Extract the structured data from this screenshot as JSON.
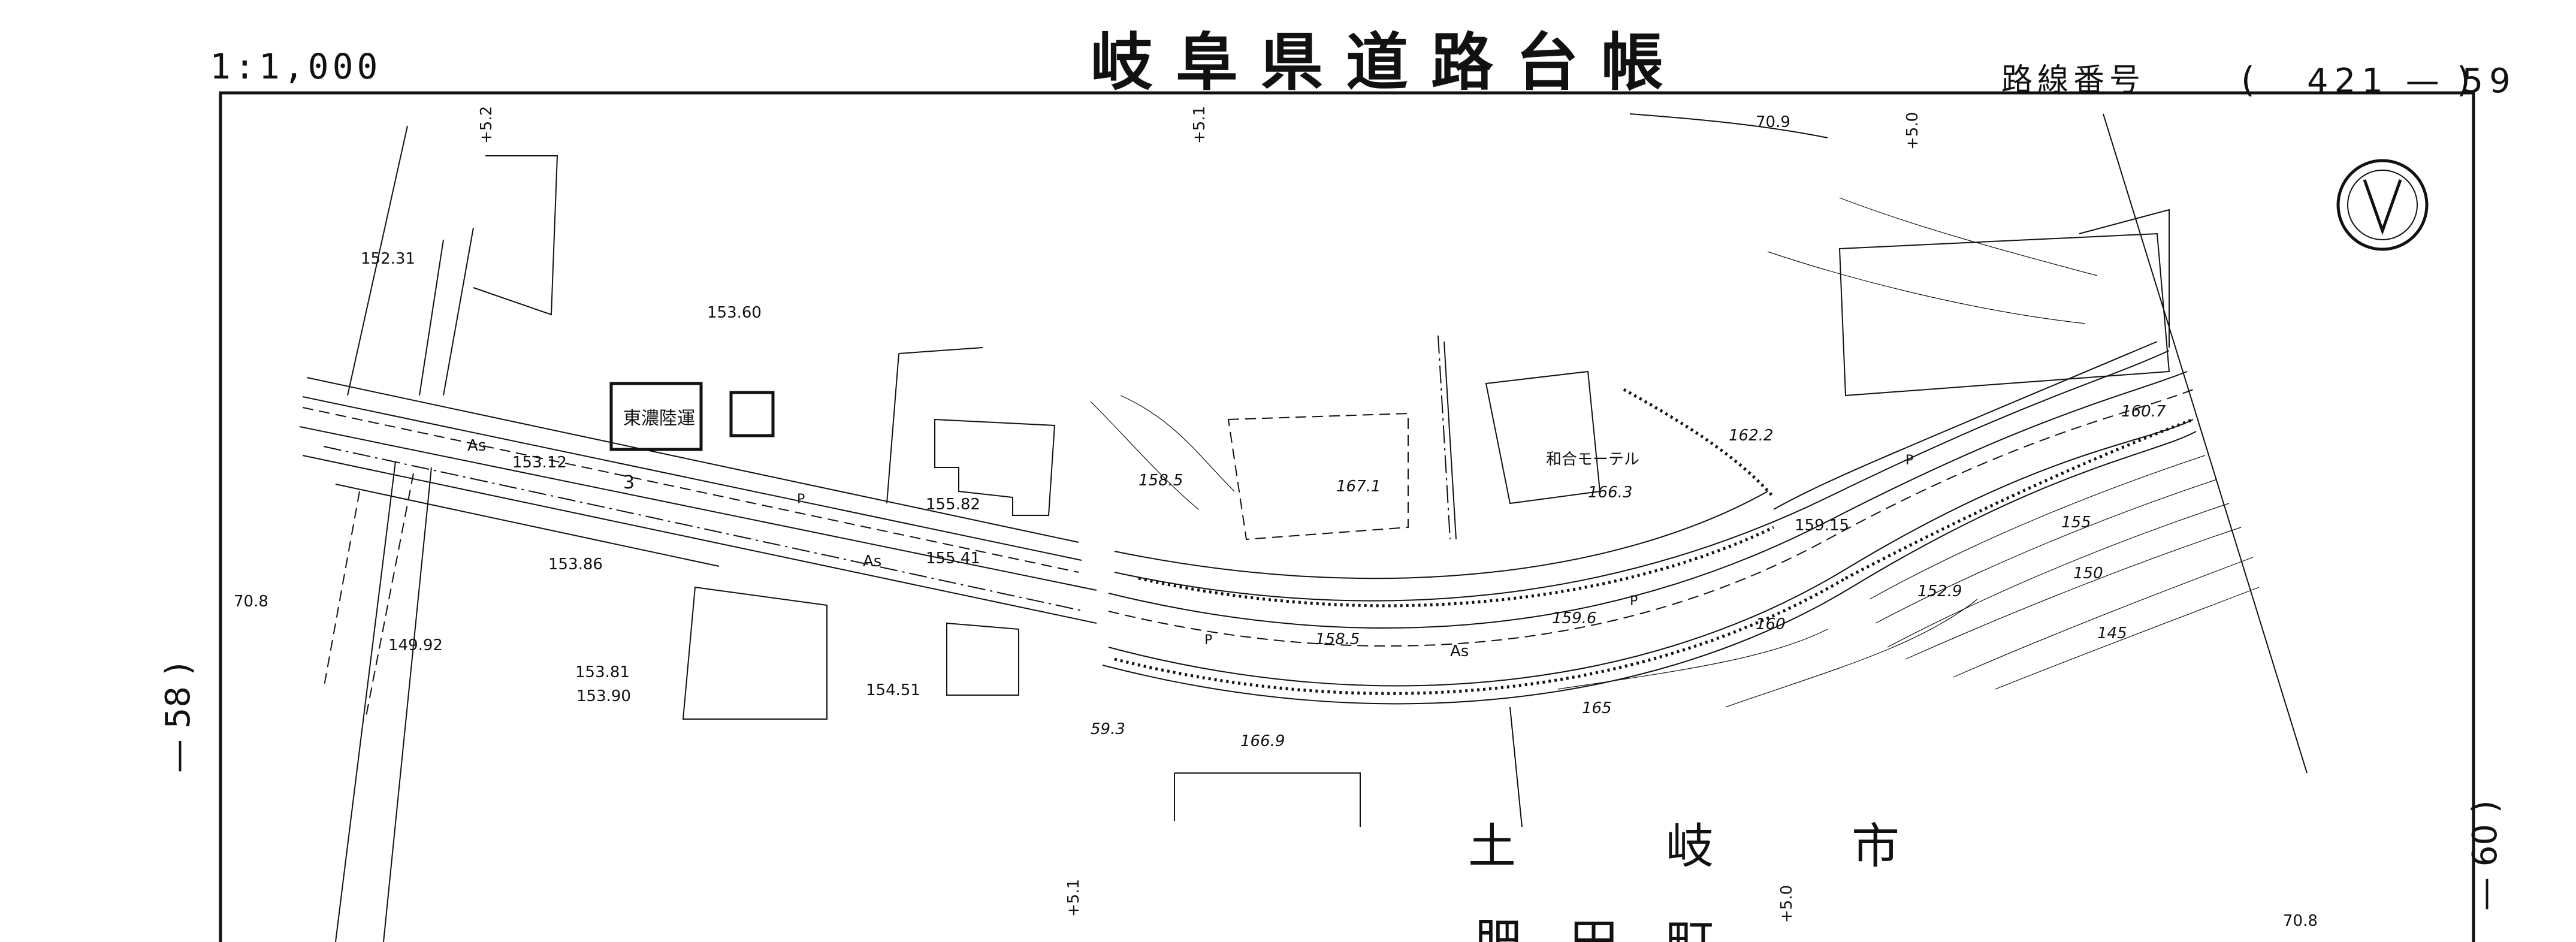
{
  "header": {
    "scale": "1:1,000",
    "title": "岐阜県道路台帳",
    "route_label": "路線番号",
    "route_open": "(",
    "route_number": "421 — 59",
    "route_close": ")"
  },
  "sheet_refs": {
    "left": "— 58 )",
    "right": "— 60 )"
  },
  "map": {
    "north_arrow": "north-arrow-icon",
    "places": {
      "company": "東濃陸運",
      "motel": "和合モーテル",
      "city": [
        "土",
        "岐",
        "市"
      ],
      "town": [
        "肥",
        "田",
        "町"
      ]
    },
    "spot_heights": [
      "152.31",
      "153.60",
      "153.12",
      "155.82",
      "153.86",
      "155.41",
      "149.92",
      "153.81",
      "153.90",
      "154.51",
      "167.1",
      "158.5",
      "166.3",
      "162.2",
      "159.15",
      "159.6",
      "158.5",
      "166.9",
      "59.3",
      "160.7",
      "152.9"
    ],
    "contours": [
      "155",
      "150",
      "145",
      "165",
      "160"
    ],
    "road_codes": [
      "As",
      "As",
      "As",
      "3",
      "P",
      "P",
      "P",
      "P"
    ],
    "offsets": [
      "+5.2",
      "+5.1",
      "+5.0",
      "+5.1",
      "+5.0"
    ],
    "edge_marks": [
      "70.9",
      "70.8",
      "70.8"
    ]
  }
}
